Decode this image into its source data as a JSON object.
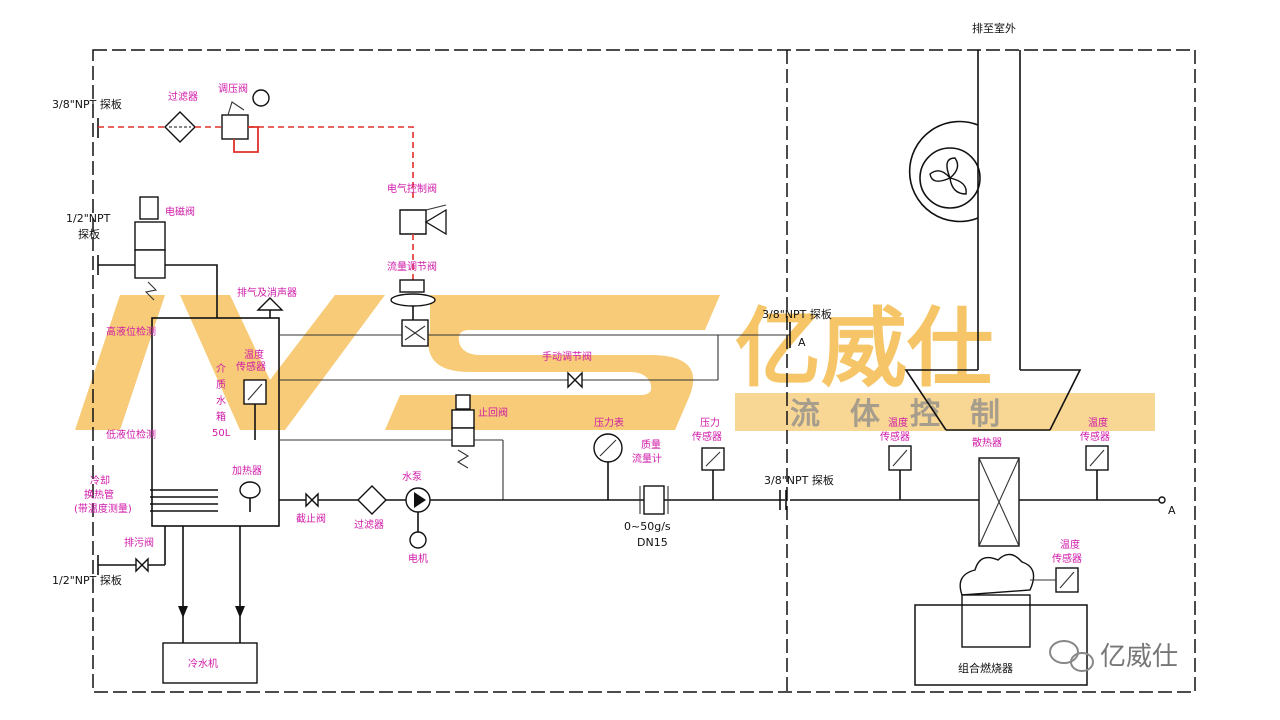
{
  "header": {
    "exhaust": "排至室外"
  },
  "ports": {
    "top_left": "3/8\"NPT 探板",
    "valve_left_a": "1/2\"NPT",
    "valve_left_b": "探板",
    "bottom_left": "1/2\"NPT 探板",
    "middle_right": "3/8\"NPT 探板",
    "line_mid": "3/8\"NPT 探板",
    "endpoint_a1": "A",
    "endpoint_a2": "A"
  },
  "labels": {
    "filter_top": "过滤器",
    "regulator": "调压阀",
    "pneumatic_valve": "电气控制阀",
    "controller": "流量调节阀",
    "solenoid": "电磁阀",
    "exhaust_hood": "排气及消声器",
    "high_level": "高液位检测",
    "low_level": "低液位检测",
    "temp_sensor_1a": "温度",
    "temp_sensor_1b": "传感器",
    "tank_1": "介",
    "tank_2": "质",
    "tank_3": "水",
    "tank_4": "箱",
    "tank_5": "50L",
    "heater": "加热器",
    "cooling_1": "冷却",
    "cooling_2": "换热管",
    "cooling_3": "(带温度测量)",
    "manual_valve": "手动调节阀",
    "check_valve": "止回阀",
    "stop_valve": "截止阀",
    "filter_mid": "过滤器",
    "pump": "水泵",
    "motor": "电机",
    "pressure_gauge": "压力表",
    "flowmeter_1": "质量",
    "flowmeter_2": "流量计",
    "flow_range": "0~50g/s",
    "flow_dn": "DN15",
    "pressure_sensor_1": "压力",
    "pressure_sensor_2": "传感器",
    "temp_sensor_2a": "温度",
    "temp_sensor_2b": "传感器",
    "temp_sensor_3a": "温度",
    "temp_sensor_3b": "传感器",
    "temp_sensor_4a": "温度",
    "temp_sensor_4b": "传感器",
    "heat_exchanger": "散热器",
    "drain": "排污阀",
    "chiller": "冷水机",
    "combustor": "组合燃烧器"
  },
  "watermark": {
    "brand_latin": "IVS",
    "brand_cn": "亿威仕",
    "tagline": "流体控制",
    "wechat": "亿威仕"
  },
  "colors": {
    "line": "#111111",
    "signal_line": "#e0302a",
    "label": "#d01aa8",
    "watermark_gold": "#f3b53d",
    "watermark_gray": "#8b8b8b"
  }
}
